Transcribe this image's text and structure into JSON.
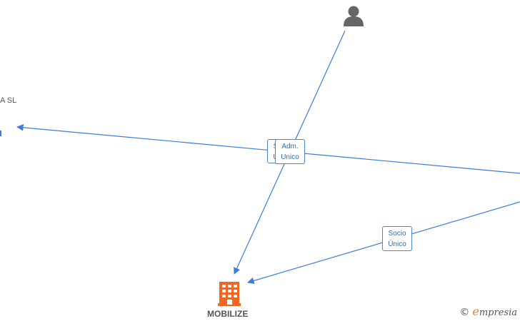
{
  "colors": {
    "edge": "#3b7dd8",
    "label_border": "#4a86c8",
    "company_icon": "#f26522",
    "person_icon": "#666666"
  },
  "nodes": {
    "person": {
      "icon": "person-icon"
    },
    "company_left": {
      "label": "A  SL",
      "icon": "building-icon"
    },
    "mobilize": {
      "label": "MOBILIZE",
      "icon": "building-icon"
    }
  },
  "edge_labels": {
    "hidden_behind": {
      "line1": "S",
      "line2": "U"
    },
    "adm_unico": {
      "line1": "Adm.",
      "line2": "Unico"
    },
    "socio_unico": {
      "line1": "Socio",
      "line2": "Único"
    }
  },
  "watermark": {
    "copyright_symbol": "©",
    "brand_e": "e",
    "brand_rest": "mpresia"
  }
}
